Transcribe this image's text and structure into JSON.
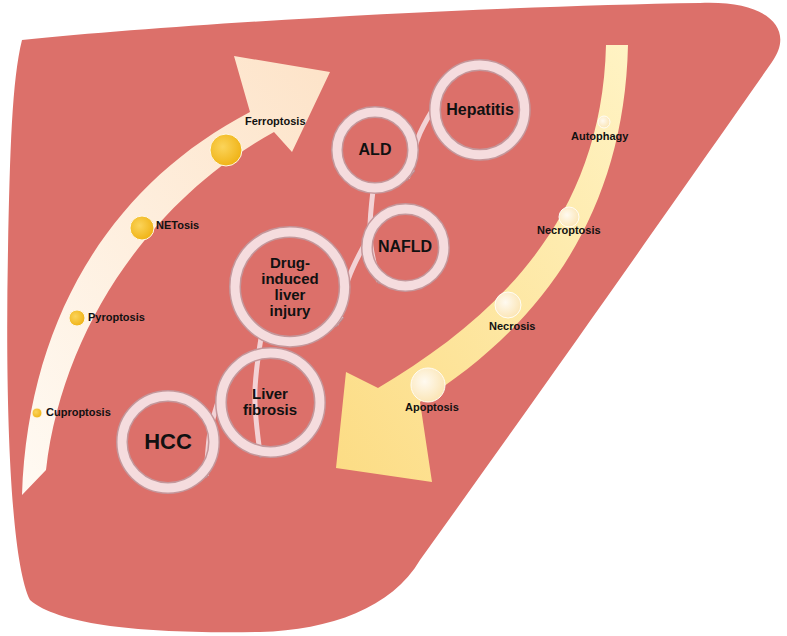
{
  "diagram": {
    "nodes": [
      {
        "text": [
          "Hepatitis"
        ]
      },
      {
        "text": [
          "ALD"
        ]
      },
      {
        "text": [
          "NAFLD"
        ]
      },
      {
        "text": [
          "Drug-induced liver injury"
        ]
      },
      {
        "text": [
          "Liver fibrosis"
        ]
      },
      {
        "text": [
          "HCC"
        ]
      }
    ],
    "edges": [
      {
        "from": 0,
        "to": 1,
        "arrow": "to"
      },
      {
        "from": 1,
        "to": 2,
        "arrow": "to"
      },
      {
        "from": 2,
        "to": 3,
        "arrow": "to"
      },
      {
        "from": 3,
        "to": 4,
        "arrow": "to"
      },
      {
        "from": 4,
        "to": 5,
        "arrow": "to"
      }
    ],
    "labels": [
      "Cuproptosis",
      "Pyroptosis",
      "NETosis",
      "Ferroptosis",
      "Autophagy",
      "Necroptosis",
      "Necrosis",
      "Apoptosis"
    ]
  }
}
